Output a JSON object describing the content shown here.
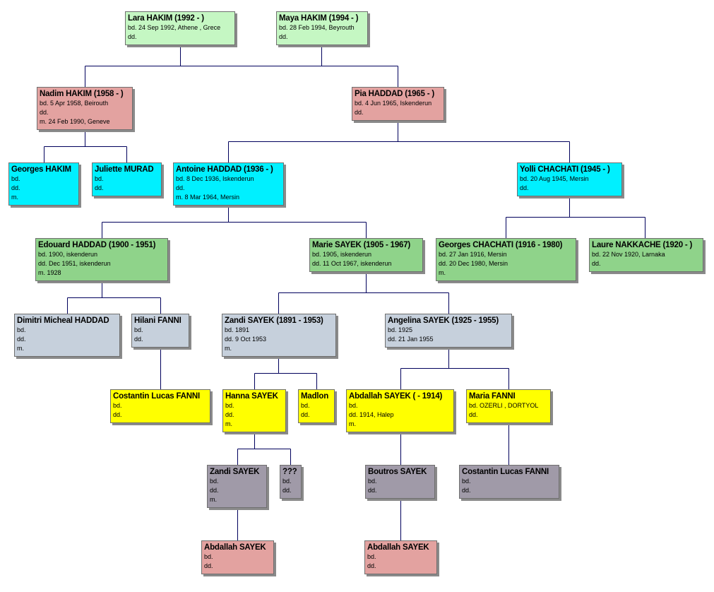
{
  "colors": {
    "line": "#00005c",
    "green_light": "#c5f7c3",
    "pink": "#e3a2a0",
    "cyan": "#00f0ff",
    "green": "#8fd38a",
    "gray": "#c6d0dc",
    "yellow": "#ffff00",
    "mauve": "#a09aa8"
  },
  "people": {
    "lara_hakim": {
      "name": "Lara HAKIM (1992 - )",
      "lines": [
        "bd. 24 Sep 1992, Athene , Grece",
        "dd."
      ]
    },
    "maya_hakim": {
      "name": "Maya HAKIM (1994 - )",
      "lines": [
        "bd. 28 Feb 1994, Beyrouth",
        "dd."
      ]
    },
    "nadim_hakim": {
      "name": "Nadim HAKIM (1958 - )",
      "lines": [
        "bd. 5 Apr 1958, Beirouth",
        "dd.",
        "m. 24 Feb 1990, Geneve"
      ]
    },
    "pia_haddad": {
      "name": "Pia HADDAD (1965 - )",
      "lines": [
        "bd. 4 Jun 1965, Iskenderun",
        "dd."
      ]
    },
    "georges_hakim": {
      "name": "Georges HAKIM",
      "lines": [
        "bd.",
        "dd.",
        "m."
      ]
    },
    "juliette_murad": {
      "name": "Juliette MURAD",
      "lines": [
        "bd.",
        "dd."
      ]
    },
    "antoine_haddad": {
      "name": "Antoine HADDAD (1936 - )",
      "lines": [
        "bd. 8 Dec 1936, Iskenderun",
        "dd.",
        "m. 8 Mar 1964, Mersin"
      ]
    },
    "yolli_chachati": {
      "name": "Yolli CHACHATI (1945 - )",
      "lines": [
        "bd. 20 Aug 1945, Mersin",
        "dd."
      ]
    },
    "edouard_haddad": {
      "name": "Edouard HADDAD (1900 - 1951)",
      "lines": [
        "bd. 1900, iskenderun",
        "dd. Dec 1951, iskenderun",
        "m. 1928"
      ]
    },
    "marie_sayek": {
      "name": "Marie SAYEK (1905 - 1967)",
      "lines": [
        "bd. 1905, iskenderun",
        "dd. 11 Oct 1967, iskenderun"
      ]
    },
    "georges_chachati": {
      "name": "Georges CHACHATI (1916 - 1980)",
      "lines": [
        "bd. 27 Jan 1916, Mersin",
        "dd. 20 Dec 1980, Mersin",
        "m."
      ]
    },
    "laure_nakkache": {
      "name": "Laure NAKKACHE (1920 - )",
      "lines": [
        "bd. 22 Nov 1920, Larnaka",
        "dd."
      ]
    },
    "dimitri_haddad": {
      "name": "Dimitri Micheal HADDAD",
      "lines": [
        "bd.",
        "dd.",
        "m."
      ]
    },
    "hilani_fanni": {
      "name": "Hilani FANNI",
      "lines": [
        "bd.",
        "dd."
      ]
    },
    "zandi_sayek_1891": {
      "name": "Zandi SAYEK (1891 - 1953)",
      "lines": [
        "bd. 1891",
        "dd. 9 Oct 1953",
        "m."
      ]
    },
    "angelina_sayek": {
      "name": "Angelina SAYEK (1925 - 1955)",
      "lines": [
        "bd. 1925",
        "dd. 21 Jan 1955"
      ]
    },
    "costantin_fanni_1": {
      "name": "Costantin Lucas FANNI",
      "lines": [
        "bd.",
        "dd."
      ]
    },
    "hanna_sayek": {
      "name": "Hanna SAYEK",
      "lines": [
        "bd.",
        "dd.",
        "m."
      ]
    },
    "madlon": {
      "name": "Madlon",
      "lines": [
        "bd.",
        "dd."
      ]
    },
    "abdallah_sayek_1914": {
      "name": "Abdallah SAYEK ( - 1914)",
      "lines": [
        "bd.",
        "dd. 1914, Halep",
        "m."
      ]
    },
    "maria_fanni": {
      "name": "Maria FANNI",
      "lines": [
        "bd. OZERLI , DORTYOL",
        "dd."
      ]
    },
    "zandi_sayek": {
      "name": "Zandi SAYEK",
      "lines": [
        "bd.",
        "dd.",
        "m."
      ]
    },
    "unknown": {
      "name": "???",
      "lines": [
        "bd.",
        "dd."
      ]
    },
    "boutros_sayek": {
      "name": "Boutros SAYEK",
      "lines": [
        "bd.",
        "dd."
      ]
    },
    "costantin_fanni_2": {
      "name": "Costantin Lucas FANNI",
      "lines": [
        "bd.",
        "dd."
      ]
    },
    "abdallah_sayek_a": {
      "name": "Abdallah SAYEK",
      "lines": [
        "bd.",
        "dd."
      ]
    },
    "abdallah_sayek_b": {
      "name": "Abdallah SAYEK",
      "lines": [
        "bd.",
        "dd."
      ]
    }
  }
}
